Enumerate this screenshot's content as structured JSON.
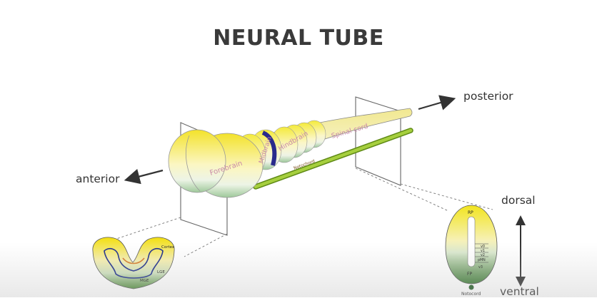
{
  "title": "NEURAL TUBE",
  "directions": {
    "anterior": "anterior",
    "posterior": "posterior",
    "dorsal": "dorsal",
    "ventral": "ventral"
  },
  "regions": {
    "forebrain": "Forebrain",
    "midbrain": "Midbrain",
    "hindbrain": "Hindbrain",
    "spinal_cord": "Spinal cord",
    "notochord": "Notochord"
  },
  "forebrain_section": {
    "cortex": "Cortex",
    "lge": "LGE",
    "mge": "MGE"
  },
  "spinal_section": {
    "rp": "RP",
    "v0": "v0",
    "v1": "v1",
    "v2": "v2",
    "pmn": "pMN",
    "v3": "v3",
    "fp": "FP",
    "notocord": "Notocord"
  },
  "colors": {
    "yellow": "#f0e020",
    "green": "#2f6b2a",
    "midbrain_band": "#2a2a8c",
    "region_label": "#c98aa8",
    "notochord_rod": "#8fbf2a"
  }
}
